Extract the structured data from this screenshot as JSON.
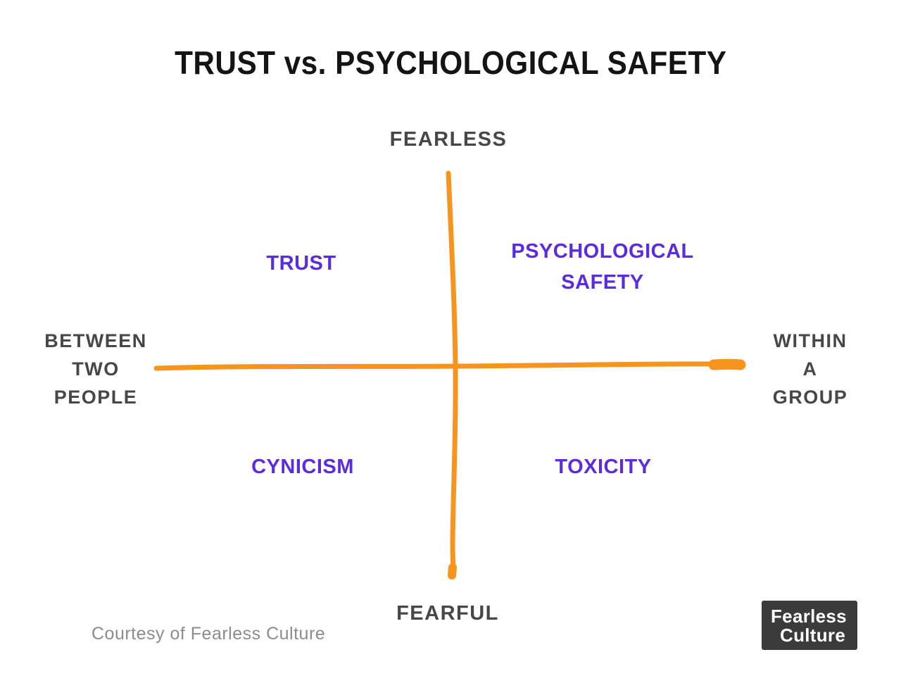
{
  "title": "TRUST vs. PSYCHOLOGICAL SAFETY",
  "axes": {
    "top": "FEARLESS",
    "bottom": "FEARFUL",
    "left": [
      "BETWEEN",
      "TWO",
      "PEOPLE"
    ],
    "right": [
      "WITHIN",
      "A",
      "GROUP"
    ]
  },
  "quadrants": {
    "top_left": "TRUST",
    "top_right": [
      "PSYCHOLOGICAL",
      "SAFETY"
    ],
    "bottom_left": "CYNICISM",
    "bottom_right": "TOXICITY"
  },
  "footer": {
    "courtesy": "Courtesy of Fearless Culture",
    "logo": [
      "Fearless",
      "Culture"
    ]
  },
  "colors": {
    "accent_orange": "#F7941E",
    "quadrant_purple": "#5B2BDE",
    "label_gray": "#474747",
    "title_black": "#141414",
    "courtesy_gray": "#8C8C8C",
    "logo_bg": "#3B3B3B",
    "logo_text": "#FFFFFF"
  }
}
